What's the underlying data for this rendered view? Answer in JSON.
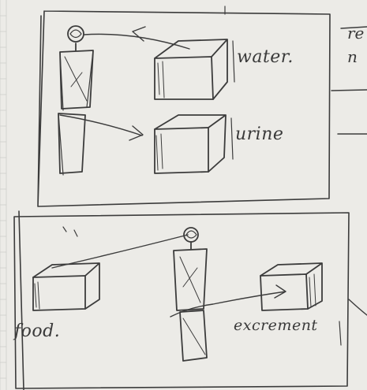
{
  "panel_top": {
    "labels": {
      "water": "water.",
      "urine": "urine"
    }
  },
  "panel_bottom": {
    "labels": {
      "food": "food.",
      "excrement": "excrement"
    }
  },
  "margin": {
    "note_line_1": "re",
    "note_line_2": "n"
  }
}
